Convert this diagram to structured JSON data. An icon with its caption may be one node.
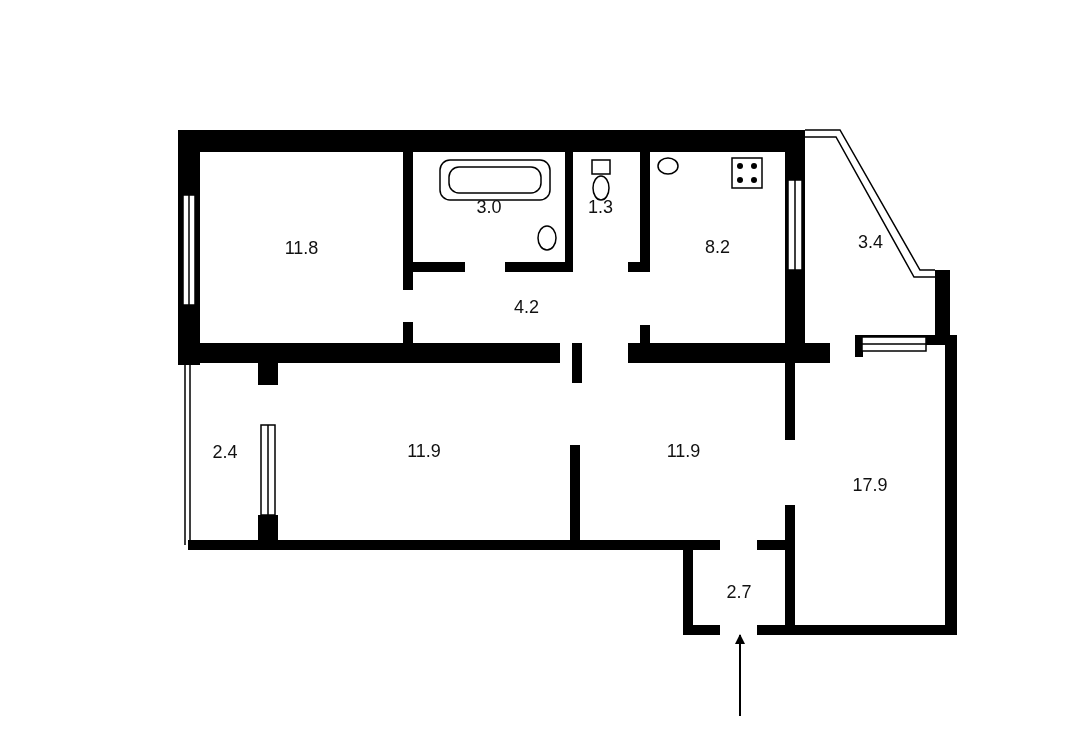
{
  "diagram": {
    "nodes": [
      {
        "text": [
          "11.8"
        ]
      },
      {
        "text": [
          "3.0"
        ]
      },
      {
        "text": [
          "1.3"
        ]
      },
      {
        "text": [
          "8.2"
        ]
      },
      {
        "text": [
          "3.4"
        ]
      },
      {
        "text": [
          "4.2"
        ]
      },
      {
        "text": [
          "2.4"
        ]
      },
      {
        "text": [
          "11.9"
        ]
      },
      {
        "text": [
          "11.9"
        ]
      },
      {
        "text": [
          "17.9"
        ]
      },
      {
        "text": [
          "2.7"
        ]
      }
    ],
    "edges": [
      {
        "from": null,
        "to": 10,
        "arrow": "to"
      }
    ]
  }
}
